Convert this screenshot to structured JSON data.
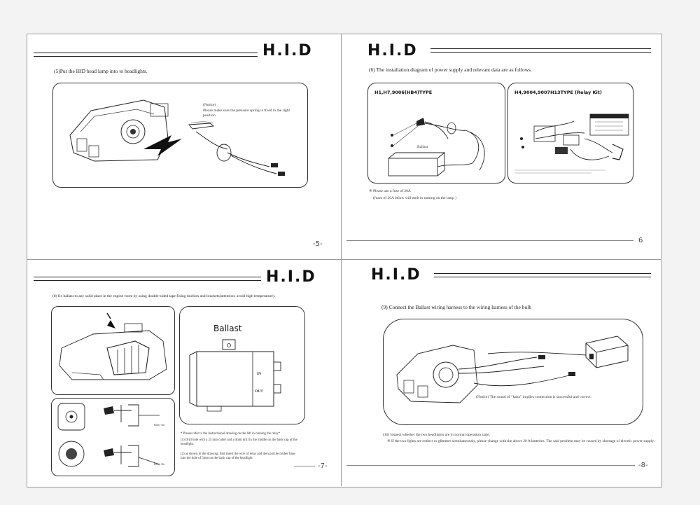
{
  "brand_title": "H.I.D",
  "page5": {
    "step": "(5)Put the HID head lamp into to headlights.",
    "notice_title": "(Notice)",
    "notice_body": "Please make sure the pressure spring is fixed in the right position",
    "number": "-5-"
  },
  "page6": {
    "step": "(6) The installation diagram of power supply and relevant data are as follows.",
    "left_title": "H1,H7,9006(HB4)TYPE",
    "right_title": "H4,9004,9007H13TYPE (Relay Kit)",
    "ballast_label": "Ballast",
    "fuse_note": "※ Please use a fuse of 20A",
    "fuse_note_2": "(fuses of 20A below will melt in turning on the lamp )",
    "number": "6"
  },
  "page7": {
    "step": "(8) fix ballast to any solid place in the engine room by using double-sided tape fixing buckles and brackets(attention: avoid high temperature).",
    "ballast_label": "Ballast",
    "in_label": "IN",
    "out_label": "OUT",
    "relay_label_1": "Relay Kit",
    "relay_label_2": "Relay Kit",
    "note_1": "* Please refer to the instructional drawing on the left in running the relay*",
    "note_2": "(1) Drill hole with a 25 mm cutter and a 4mm drill in the middle on the back cap of the headlight.",
    "note_3": "(2) as shown in the drawing, first insert the wire of relay and then put the rubber base into the hole of 5mm on the back cap of the headlight",
    "number": "-7-"
  },
  "page8": {
    "step": "(9) Connect the Ballast wiring harness to the wiring harness of the bulb",
    "notice": "(Notice) The sound of “kaba” implies connection is successful and correct.",
    "check_1": "(10) Inspect whether the two headlights are in normal operation state.",
    "check_2": "※ If the two lights are extinct or glimmer simultaneously, please change with the above 20 A batteries. The said problem may be caused by shortage of electric power supply.",
    "number": "-8-"
  },
  "colors": {
    "paper": "#ffffff",
    "ink": "#111111",
    "frame": "#9a9a9a"
  }
}
